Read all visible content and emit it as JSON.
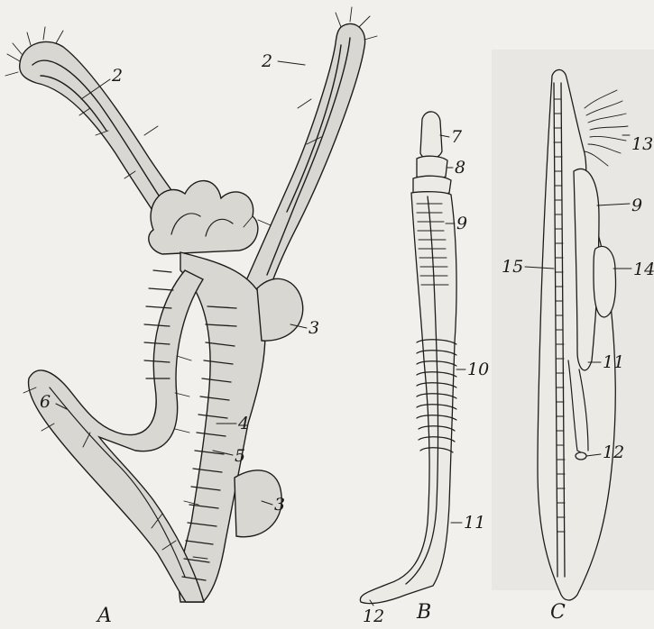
{
  "figure": {
    "panels": [
      {
        "id": "A",
        "label": "A"
      },
      {
        "id": "B",
        "label": "B"
      },
      {
        "id": "C",
        "label": "C"
      }
    ],
    "callouts": {
      "A": [
        "2",
        "2",
        "3",
        "4",
        "5",
        "3",
        "6"
      ],
      "B": [
        "7",
        "8",
        "9",
        "10",
        "11",
        "12"
      ],
      "C": [
        "13",
        "9",
        "15",
        "14",
        "11",
        "12"
      ]
    }
  }
}
